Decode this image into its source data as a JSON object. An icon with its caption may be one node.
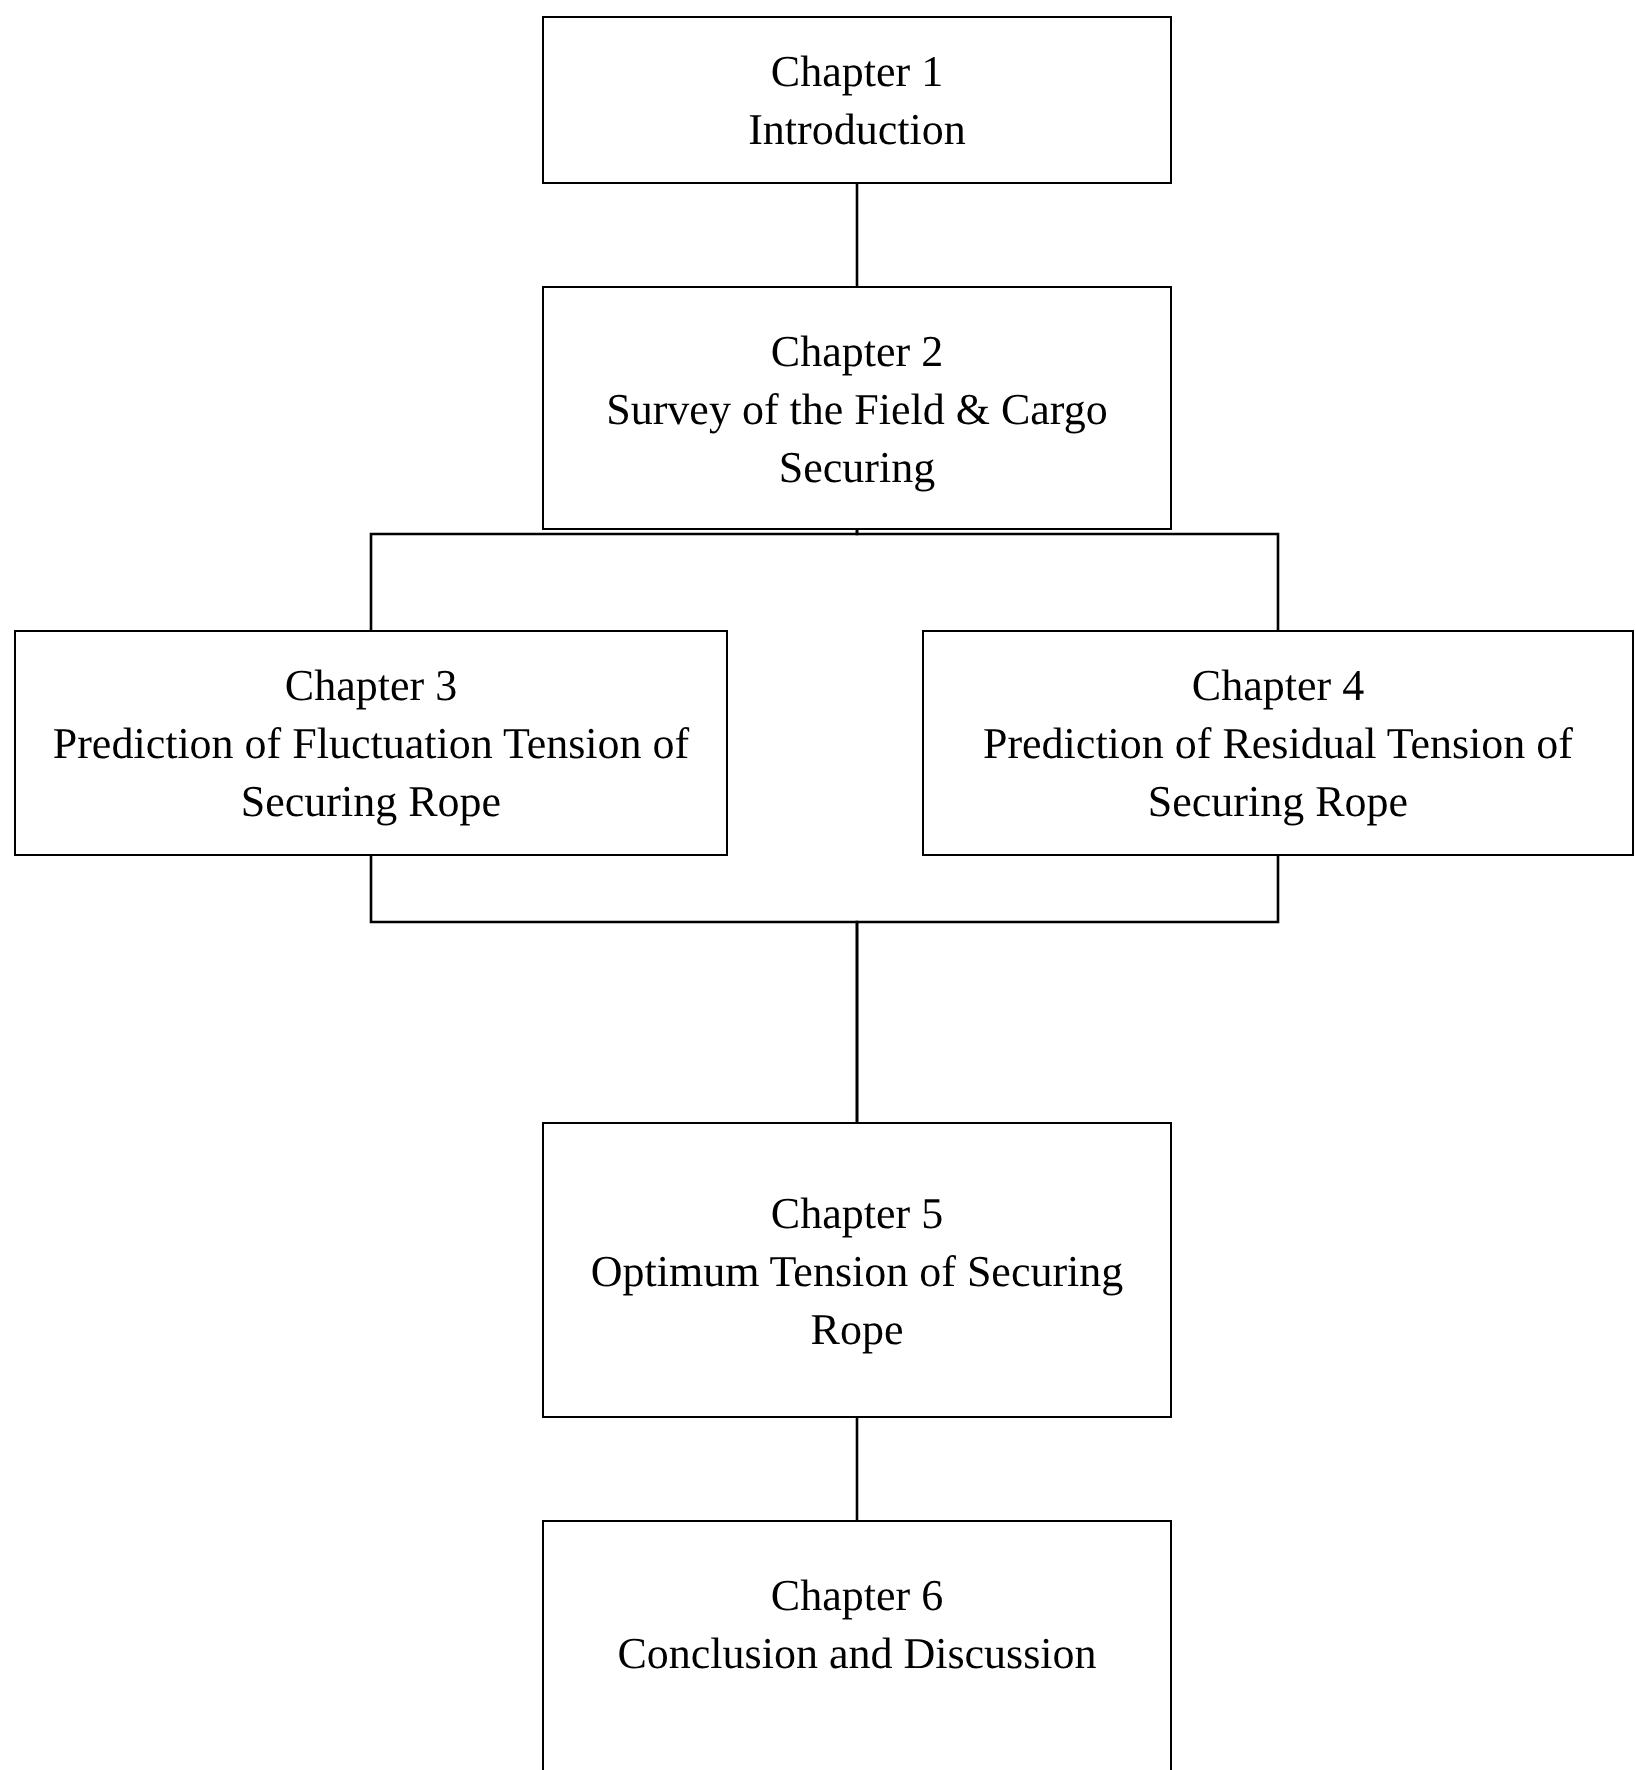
{
  "diagram": {
    "nodes": [
      {
        "text": [
          "Chapter 1",
          "Introduction"
        ]
      },
      {
        "text": [
          "Chapter 2",
          "Survey of the Field & Cargo Securing"
        ]
      },
      {
        "text": [
          "Chapter 3",
          "Prediction of Fluctuation Tension of Securing Rope"
        ]
      },
      {
        "text": [
          "Chapter 4",
          "Prediction of Residual Tension of Securing Rope"
        ]
      },
      {
        "text": [
          "Chapter 5",
          "Optimum Tension of Securing Rope"
        ]
      },
      {
        "text": [
          "Chapter 6",
          "Conclusion and Discussion"
        ]
      }
    ],
    "edges": [
      {
        "from": 0,
        "to": 1,
        "arrow": "none"
      },
      {
        "from": 1,
        "to": 2,
        "arrow": "none"
      },
      {
        "from": 1,
        "to": 3,
        "arrow": "none"
      },
      {
        "from": 2,
        "to": 4,
        "arrow": "none"
      },
      {
        "from": 3,
        "to": 4,
        "arrow": "none"
      },
      {
        "from": 4,
        "to": 5,
        "arrow": "none"
      }
    ]
  }
}
